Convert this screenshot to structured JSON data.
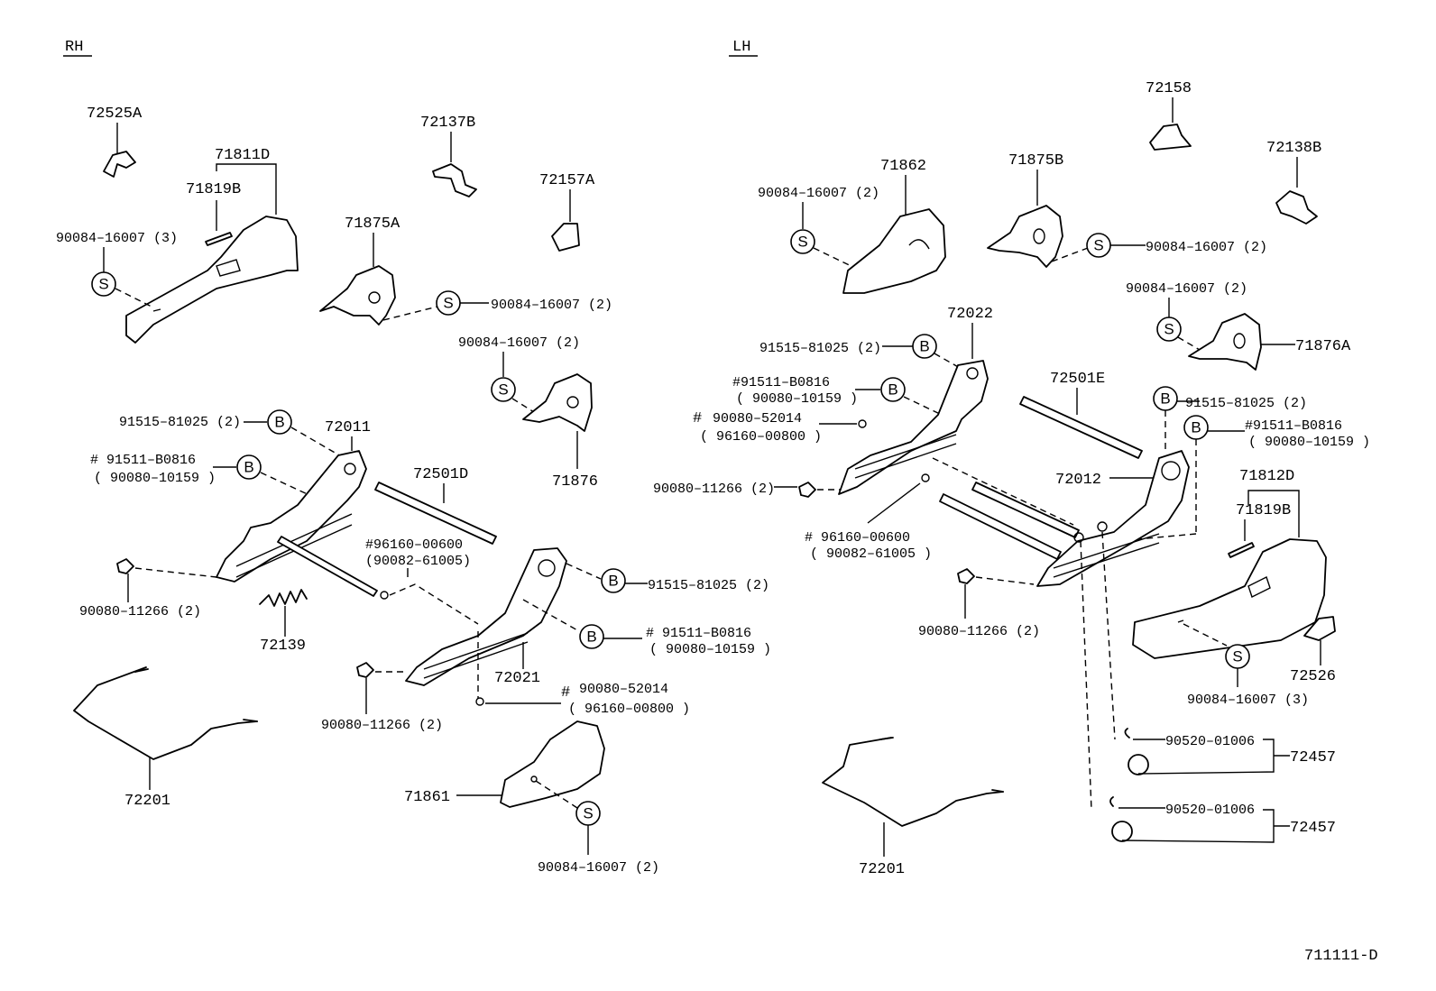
{
  "sections": {
    "rh": "RH",
    "lh": "LH"
  },
  "diagram_id": "711111-D",
  "rh": {
    "p72525A": "72525A",
    "p71811D": "71811D",
    "p71819B": "71819B",
    "s90084_3": "90084–16007 (3)",
    "p72137B": "72137B",
    "p72157A": "72157A",
    "p71875A": "71875A",
    "s90084_2a": "90084–16007 (2)",
    "s90084_2b": "90084–16007 (2)",
    "p71876": "71876",
    "b91515": "91515–81025 (2)",
    "b91511": "# 91511–B0816",
    "b90080_10159": "( 90080–10159 )",
    "p72011": "72011",
    "p72501D": "72501D",
    "h96160": "#96160–00600",
    "h90082": "(90082–61005)",
    "b91515b": "91515–81025 (2)",
    "b91511b": "# 91511–B0816",
    "b90080_10159b": "( 90080–10159 )",
    "bolt1": "90080–11266 (2)",
    "p72139": "72139",
    "bolt2": "90080–11266 (2)",
    "p72021": "72021",
    "h90080_52014": "90080–52014",
    "h96160_00800": "( 96160–00800 )",
    "p72201": "72201",
    "p71861": "71861",
    "s90084_2c": "90084–16007 (2)"
  },
  "lh": {
    "p72158": "72158",
    "p72138B": "72138B",
    "s90084_2a": "90084–16007 (2)",
    "p71862": "71862",
    "p71875B": "71875B",
    "s90084_2b": "90084–16007 (2)",
    "s90084_2c": "90084–16007 (2)",
    "p71876A": "71876A",
    "p72022": "72022",
    "b91515": "91515–81025 (2)",
    "b91511": "#91511–B0816",
    "b90080_10159": "( 90080–10159 )",
    "h90080_52014": "90080–52014",
    "h96160_00800": "( 96160–00800 )",
    "p72501E": "72501E",
    "b91515b": "91515–81025 (2)",
    "b91511b": "#91511–B0816",
    "b90080_10159b": "( 90080–10159 )",
    "bolt1": "90080–11266 (2)",
    "p72012": "72012",
    "h96160": "# 96160–00600",
    "h90082": "( 90082–61005 )",
    "p71812D": "71812D",
    "p71819B": "71819B",
    "bolt2": "90080–11266 (2)",
    "p72526": "72526",
    "s90084_3": "90084–16007 (3)",
    "c90520a": "90520–01006",
    "p72457a": "72457",
    "c90520b": "90520–01006",
    "p72457b": "72457",
    "p72201": "72201"
  },
  "symbols": {
    "s": "S",
    "b": "B",
    "hash": "#"
  }
}
